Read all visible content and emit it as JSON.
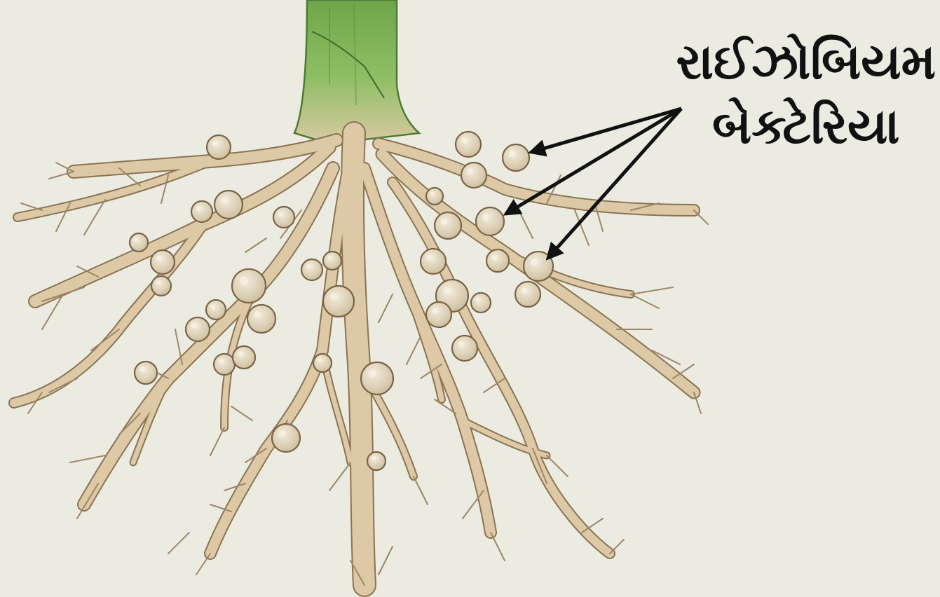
{
  "label": {
    "line1": "રાઈઝોબિયમ",
    "line2": "બેક્ટેરિયા"
  },
  "colors": {
    "background": "#ecebe2",
    "stem": "#6fa64a",
    "root": "#ddc9a6",
    "root_outline": "#8b7352",
    "nodule": "#e4d8c0",
    "arrow": "#111111"
  },
  "illustration": {
    "subject": "legume root system with nodules",
    "icons": [
      "stem-icon",
      "root-icon",
      "nodule-icon",
      "arrow-icon"
    ]
  }
}
